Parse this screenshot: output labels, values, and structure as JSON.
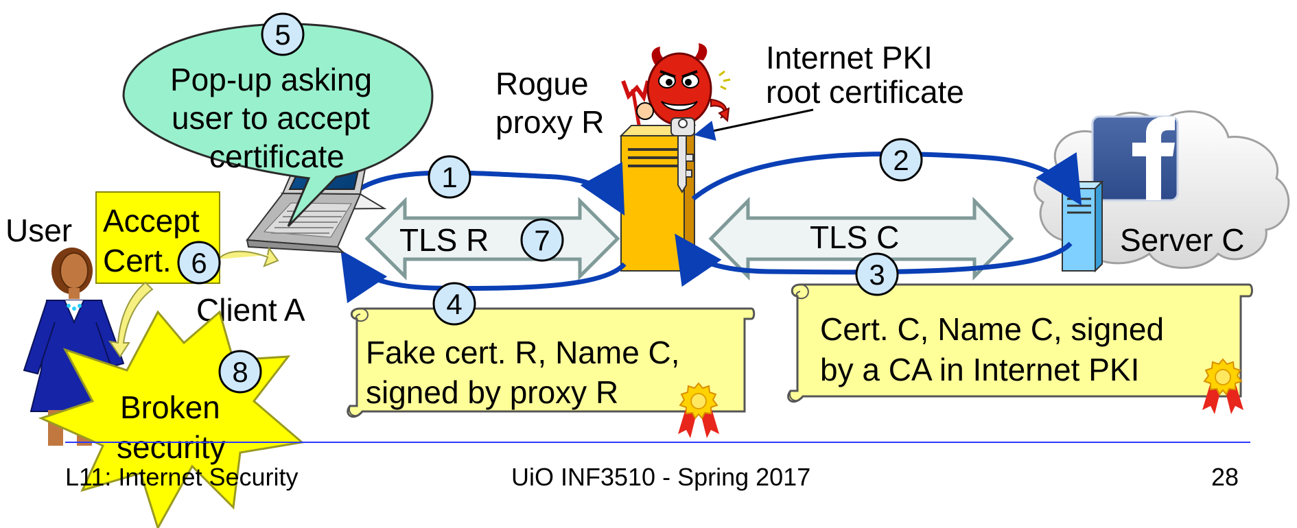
{
  "colors": {
    "arrow_blue": "#0a3fb5",
    "circle_fill": "#cfe9fb",
    "bubble_fill": "#99f0cc",
    "note_yellow": "#ffff99",
    "label_yellow": "#ffff00",
    "tunnel_fill": "#eef4f4",
    "tunnel_stroke": "#7f9a99",
    "server_orange": "#ffc000",
    "server_blue": "#7fd0ff",
    "footer_line": "#2b39ff"
  },
  "labels": {
    "user": "User",
    "client": "Client A",
    "rogue_line1": "Rogue",
    "rogue_line2": "proxy R",
    "pki_line1": "Internet PKI",
    "pki_line2": "root certificate",
    "server": "Server C",
    "tls_r": "TLS  R",
    "tls_c": "TLS  C",
    "accept_line1": "Accept",
    "accept_line2": "Cert.",
    "popup_line1": "Pop-up asking",
    "popup_line2": "user to accept",
    "popup_line3": "certificate",
    "fake_cert_line1": "Fake cert. R, Name C,",
    "fake_cert_line2": "signed by proxy R",
    "real_cert_line1": "Cert. C, Name C, signed",
    "real_cert_line2": "by a CA in Internet PKI",
    "broken_line1": "Broken",
    "broken_line2": "security"
  },
  "steps": [
    "1",
    "2",
    "3",
    "4",
    "5",
    "6",
    "7",
    "8"
  ],
  "icons": {
    "user": "woman-user-icon",
    "laptop": "laptop-icon",
    "proxy_server": "orange-server-tower-icon",
    "devil": "devil-icon",
    "key": "key-icon",
    "cloud": "cloud-icon",
    "facebook": "facebook-logo-icon",
    "target_server": "blue-server-tower-icon",
    "seal": "certificate-seal-icon"
  },
  "footer": {
    "left": "L11: Internet Security",
    "center": "UiO INF3510 - Spring 2017",
    "page": "28"
  }
}
